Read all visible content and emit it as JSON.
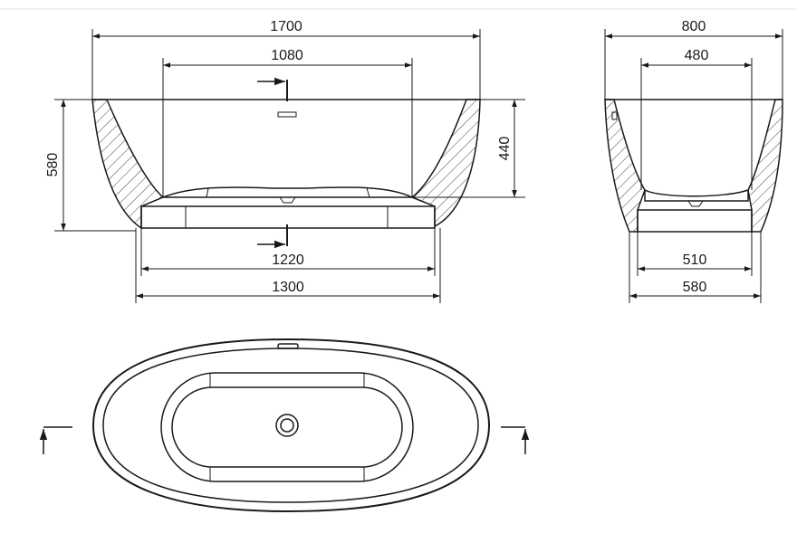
{
  "front_view": {
    "dim_total_length": "1700",
    "dim_inner_length": "1080",
    "dim_total_height": "580",
    "dim_inner_depth": "440",
    "dim_base_inner": "1220",
    "dim_base_outer": "1300"
  },
  "side_view": {
    "dim_total_width": "800",
    "dim_inner_width": "480",
    "dim_base_inner": "510",
    "dim_base_outer": "580"
  },
  "colors": {
    "line": "#1a1a1a",
    "hatch": "#444444",
    "background": "#ffffff"
  }
}
